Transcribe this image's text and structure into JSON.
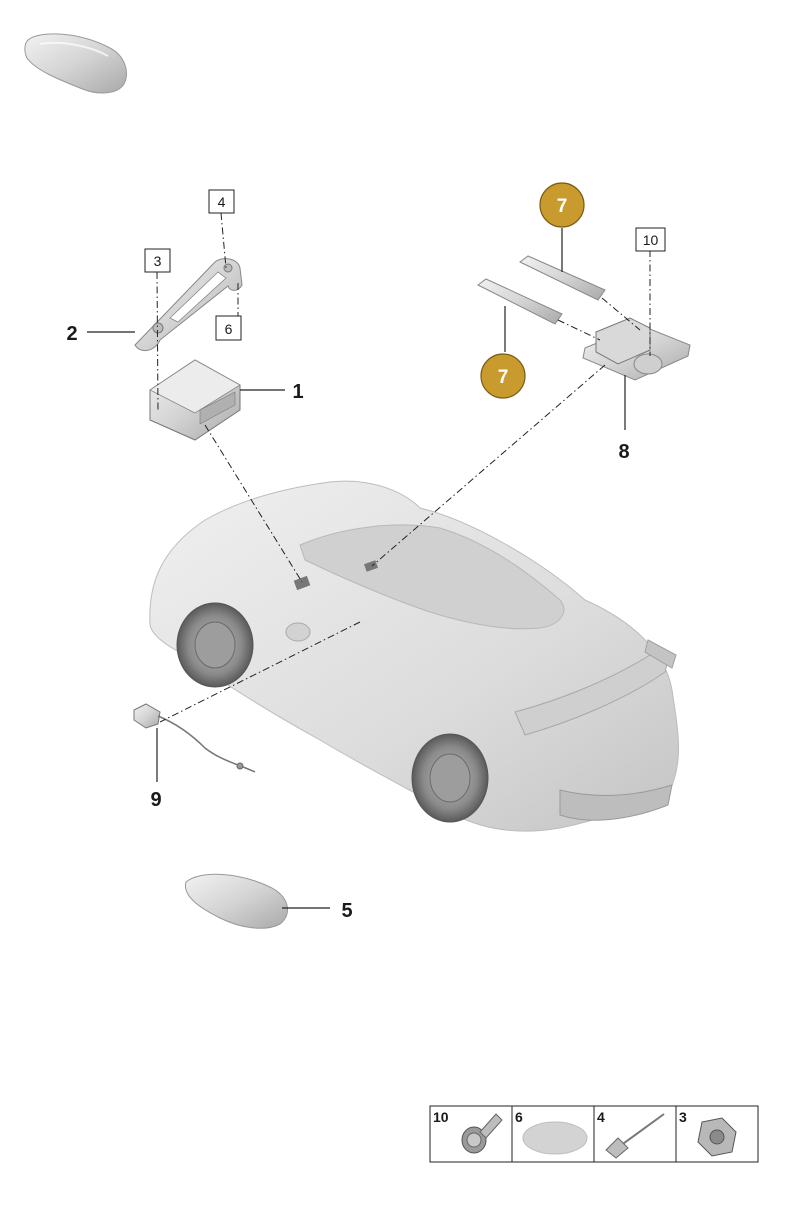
{
  "colors": {
    "callout_gold": "#c99a2e",
    "part_grey": "#d6d6d6",
    "car_grey": "#e2e2e2"
  },
  "labels": {
    "l1": "1",
    "l2": "2",
    "l3": "3",
    "l4": "4",
    "l5": "5",
    "l6": "6",
    "l7a": "7",
    "l7b": "7",
    "l8": "8",
    "l9": "9",
    "l10": "10"
  },
  "legend": [
    {
      "num": "10",
      "icon": "bolt-icon"
    },
    {
      "num": "6",
      "icon": "adhesive-pad-icon"
    },
    {
      "num": "4",
      "icon": "rivet-icon"
    },
    {
      "num": "3",
      "icon": "nut-icon"
    }
  ]
}
